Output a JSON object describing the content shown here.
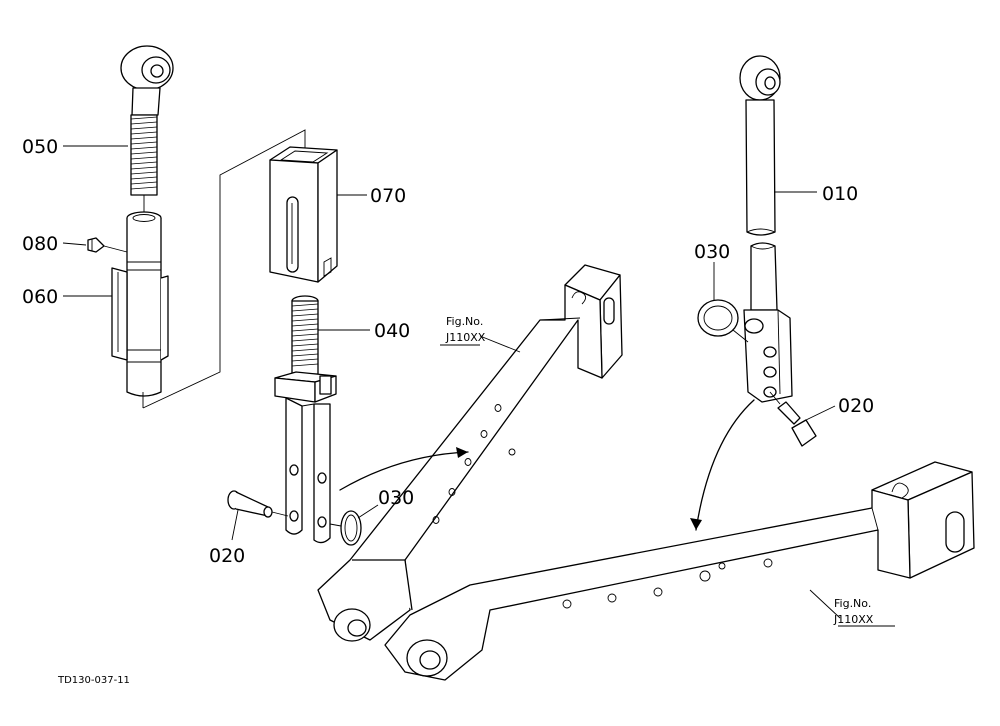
{
  "callouts": {
    "c050": "050",
    "c080": "080",
    "c060": "060",
    "c070": "070",
    "c040": "040",
    "c030_left": "030",
    "c020_left": "020",
    "c010": "010",
    "c030_right": "030",
    "c020_right": "020"
  },
  "figure_refs": {
    "upper": {
      "line1": "Fig.No.",
      "line2": "J110XX"
    },
    "lower": {
      "line1": "Fig.No.",
      "line2": "J110XX"
    }
  },
  "drawing_code": "TD130-037-11"
}
